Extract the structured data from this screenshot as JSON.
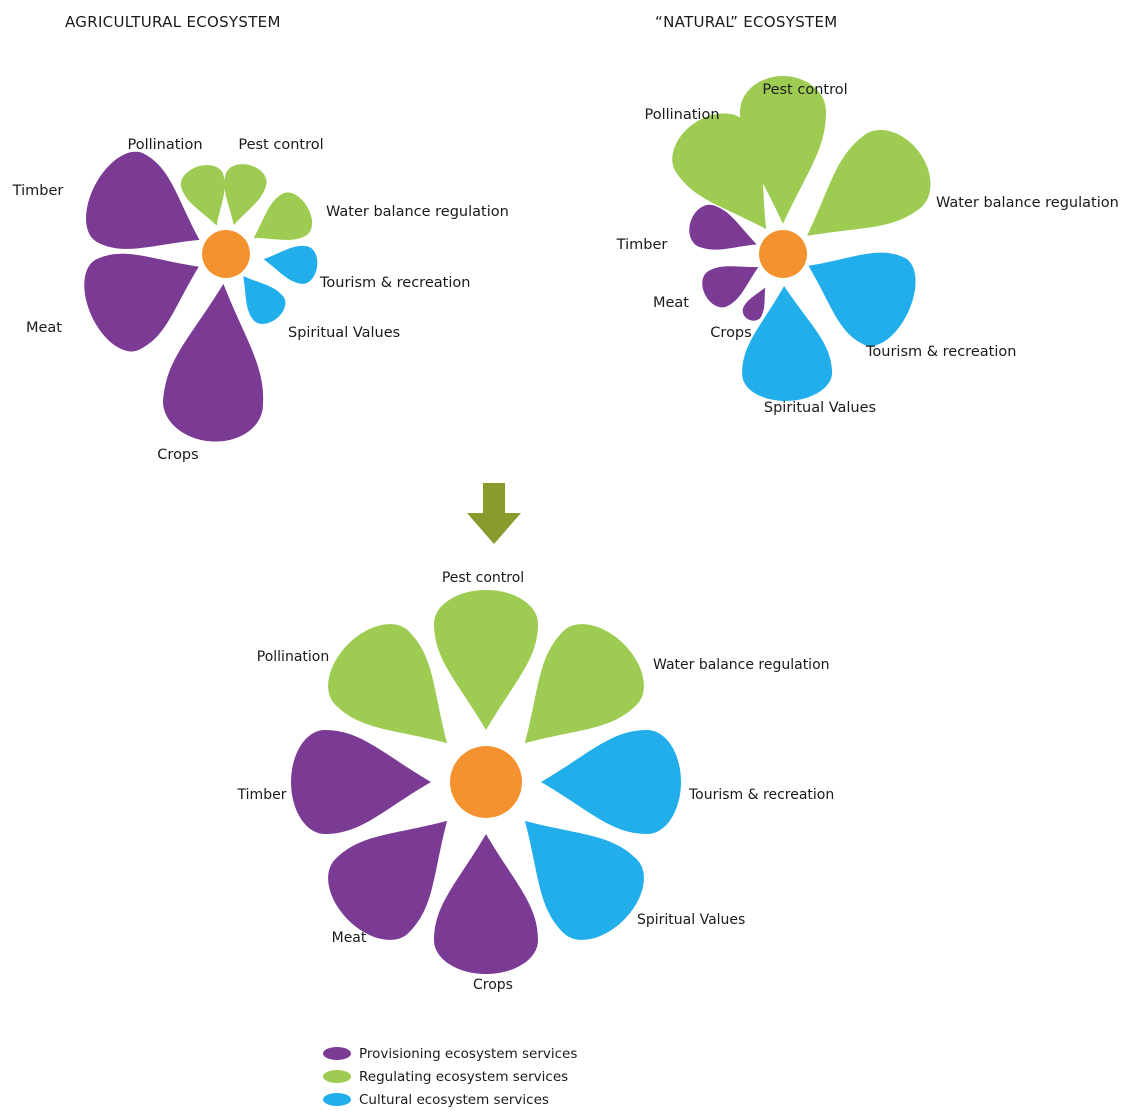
{
  "titles": {
    "agricultural": "AGRICULTURAL ECOSYSTEM",
    "natural": "“NATURAL”  ECOSYSTEM"
  },
  "colors": {
    "provisioning": "#7b3a93",
    "regulating": "#9ecb52",
    "cultural": "#22aeea",
    "center": "#f4922f",
    "arrow": "#8a9a2c"
  },
  "icons": {
    "transition": "down-arrow-icon"
  },
  "flowers": [
    {
      "key": "agricultural",
      "petals": [
        {
          "label": "Timber",
          "category": "provisioning",
          "relative_size": 0.72
        },
        {
          "label": "Pollination",
          "category": "regulating",
          "relative_size": 0.35
        },
        {
          "label": "Pest control",
          "category": "regulating",
          "relative_size": 0.35
        },
        {
          "label": "Water balance regulation",
          "category": "regulating",
          "relative_size": 0.35
        },
        {
          "label": "Tourism & recreation",
          "category": "cultural",
          "relative_size": 0.3
        },
        {
          "label": "Spiritual Values",
          "category": "cultural",
          "relative_size": 0.3
        },
        {
          "label": "Crops",
          "category": "provisioning",
          "relative_size": 1.0
        },
        {
          "label": "Meat",
          "category": "provisioning",
          "relative_size": 0.72
        }
      ]
    },
    {
      "key": "natural",
      "petals": [
        {
          "label": "Pest control",
          "category": "regulating",
          "relative_size": 0.85
        },
        {
          "label": "Water balance regulation",
          "category": "regulating",
          "relative_size": 0.85
        },
        {
          "label": "Tourism & recreation",
          "category": "cultural",
          "relative_size": 0.8
        },
        {
          "label": "Spiritual Values",
          "category": "cultural",
          "relative_size": 0.8
        },
        {
          "label": "Crops",
          "category": "provisioning",
          "relative_size": 0.2
        },
        {
          "label": "Meat",
          "category": "provisioning",
          "relative_size": 0.3
        },
        {
          "label": "Timber",
          "category": "provisioning",
          "relative_size": 0.35
        },
        {
          "label": "Pollination",
          "category": "regulating",
          "relative_size": 0.85
        }
      ]
    },
    {
      "key": "balanced",
      "petals": [
        {
          "label": "Pest control",
          "category": "regulating",
          "relative_size": 1.0
        },
        {
          "label": "Water balance regulation",
          "category": "regulating",
          "relative_size": 1.0
        },
        {
          "label": "Tourism & recreation",
          "category": "cultural",
          "relative_size": 1.0
        },
        {
          "label": "Spiritual Values",
          "category": "cultural",
          "relative_size": 1.0
        },
        {
          "label": "Crops",
          "category": "provisioning",
          "relative_size": 1.0
        },
        {
          "label": "Meat",
          "category": "provisioning",
          "relative_size": 1.0
        },
        {
          "label": "Timber",
          "category": "provisioning",
          "relative_size": 1.0
        },
        {
          "label": "Pollination",
          "category": "regulating",
          "relative_size": 1.0
        }
      ]
    }
  ],
  "legend": [
    {
      "label": "Provisioning ecosystem services",
      "category": "provisioning"
    },
    {
      "label": "Regulating ecosystem services",
      "category": "regulating"
    },
    {
      "label": "Cultural ecosystem services",
      "category": "cultural"
    }
  ]
}
